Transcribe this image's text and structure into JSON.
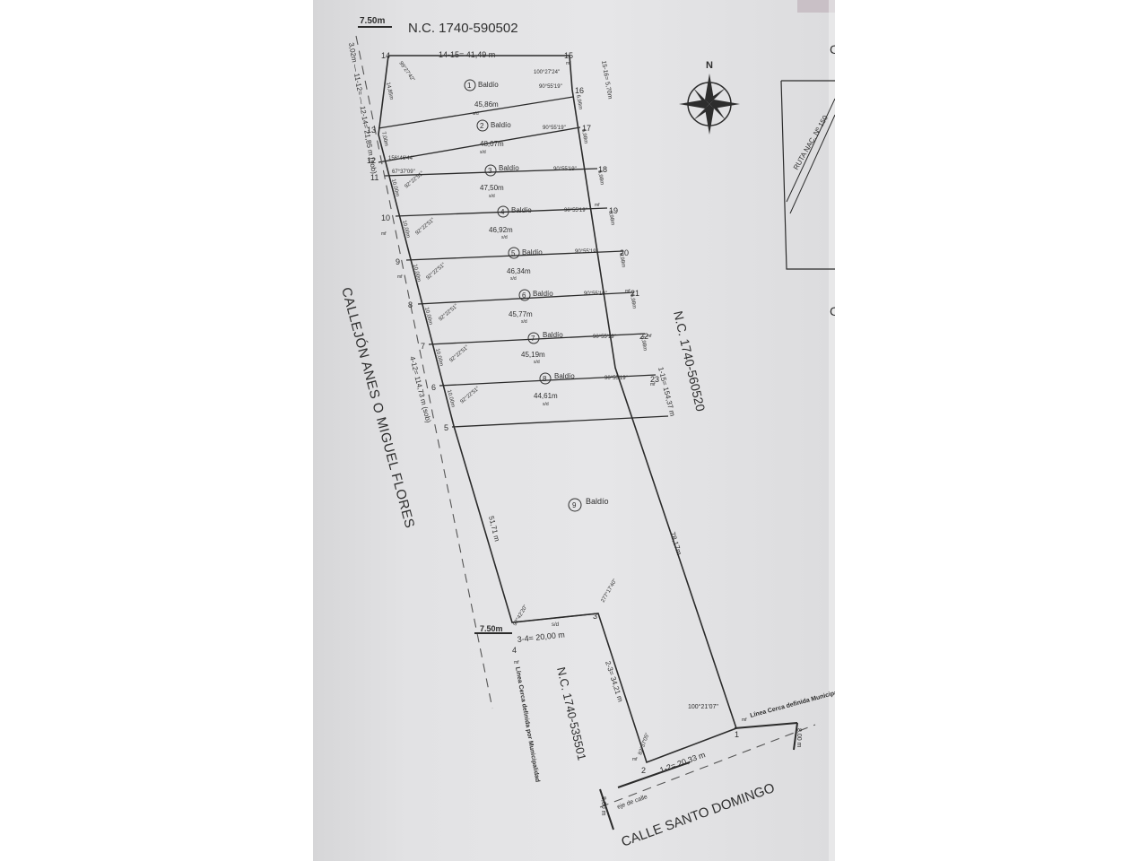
{
  "document": {
    "neighbor_top": "N.C. 1740-590502",
    "neighbor_right": "N.C. 1740-560520",
    "neighbor_bottom": "N.C. 1740-535501",
    "street_left": "CALLEJÓN ANES O MIGUEL FLORES",
    "street_bottom": "CALLE SANTO DOMINGO",
    "route_label": "RUTA NAC. Nº 150",
    "compass_letter": "N",
    "frontage_top_note": "7.50m",
    "frontage_mid_note": "7.50m",
    "line_note_left": "Línea Cerca definida por Municipalidad",
    "line_note_right": "Línea Cerca definida Municipalidad",
    "axis_note": "eje de calle",
    "dim_left_top": "3,02m — 11-12= — 12-14= 21,85 m (sob)",
    "dim_left_main": "4-12= 114,73 m (sob)",
    "dim_right_main": "1-15= 154,37 m",
    "dim_top": "14-15= 41,49 m",
    "dim_right_top": "15-16= 5,70m",
    "dim_lot9_left": "51,71 m",
    "dim_lot9_right": "78,17m",
    "dim_34": "3-4= 20,00 m",
    "dim_23": "2-3= 34,21 m",
    "dim_12": "1-2= 20,33 m",
    "dim_8m_left": "8,00 m",
    "dim_8m_right": "8,00 m",
    "angle_top_left": "99°27'42\"",
    "angle_top_right": "100°27'24\"",
    "angle_12": "156°46'44\"",
    "angle_11": "67°37'09\"",
    "angle_4": "92°42'20\"",
    "angle_3": "277°17'40\"",
    "angle_2": "82°37'05\"",
    "angle_1": "100°21'07\"",
    "width_13_14": "14,85m",
    "width_12_13": "7,00m",
    "width_right_16": "6,96m",
    "width_right_std": "6,98m",
    "width_left_std": "10,00m",
    "angle_right_std": "90°55'19\"",
    "angle_left_std": "92°22'51\"",
    "s_d": "s/d",
    "mp": "mf",
    "lots": [
      {
        "num": "1",
        "name": "Baldío",
        "len": "45,86m"
      },
      {
        "num": "2",
        "name": "Baldío",
        "len": "48,07m"
      },
      {
        "num": "3",
        "name": "Baldío",
        "len": "47,50m"
      },
      {
        "num": "4",
        "name": "Baldío",
        "len": "46,92m"
      },
      {
        "num": "5",
        "name": "Baldío",
        "len": "46,34m"
      },
      {
        "num": "6",
        "name": "Baldío",
        "len": "45,77m"
      },
      {
        "num": "7",
        "name": "Baldío",
        "len": "45,19m"
      },
      {
        "num": "8",
        "name": "Baldío",
        "len": "44,61m"
      },
      {
        "num": "9",
        "name": "Baldío",
        "len": ""
      }
    ],
    "vertices_left": [
      "14",
      "13",
      "12",
      "11",
      "10",
      "9",
      "8",
      "7",
      "6",
      "5"
    ],
    "vertices_right": [
      "15",
      "16",
      "17",
      "18",
      "19",
      "20",
      "21",
      "22",
      "23"
    ],
    "vertices_bottom": [
      "4",
      "3",
      "2",
      "1"
    ]
  }
}
